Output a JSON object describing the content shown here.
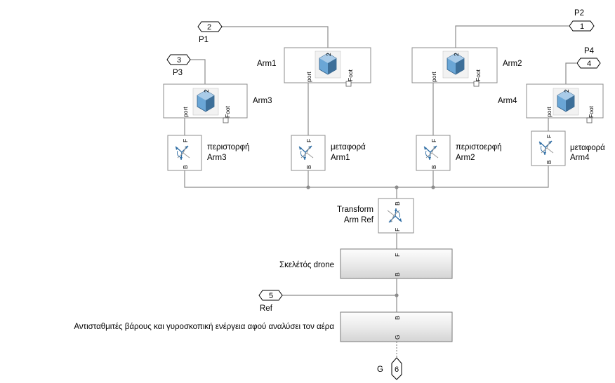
{
  "ports": {
    "p1": {
      "num": "1",
      "label": "P2"
    },
    "p2": {
      "num": "2",
      "label": "P1"
    },
    "p3": {
      "num": "3",
      "label": "P3"
    },
    "p4": {
      "num": "4",
      "label": "P4"
    },
    "p5": {
      "num": "5",
      "label": "Ref"
    },
    "p6": {
      "num": "6",
      "label": "G"
    }
  },
  "arms": {
    "arm1": {
      "label": "Arm1",
      "port_label": "port",
      "foot_label": "Foot",
      "num": "2"
    },
    "arm2": {
      "label": "Arm2",
      "port_label": "port",
      "foot_label": "Foot",
      "num": "2"
    },
    "arm3": {
      "label": "Arm3",
      "port_label": "port",
      "foot_label": "Foot",
      "num": "2"
    },
    "arm4": {
      "label": "Arm4",
      "port_label": "port",
      "foot_label": "Foot",
      "num": "2"
    }
  },
  "transforms": {
    "t3": {
      "line1": "περιστορφή",
      "line2": "Arm3",
      "b": "B",
      "f": "F"
    },
    "t1": {
      "line1": "μεταφορά",
      "line2": "Arm1",
      "b": "B",
      "f": "F"
    },
    "t2": {
      "line1": "περιστοερφή",
      "line2": "Arm2",
      "b": "B",
      "f": "F"
    },
    "t4": {
      "line1": "μεταφορά",
      "line2": "Arm4",
      "b": "B",
      "f": "F"
    },
    "tref": {
      "line1": "Transform",
      "line2": "Arm Ref",
      "b": "B",
      "f": "F"
    }
  },
  "frame": {
    "label": "Σκελέτός drone",
    "top_port": "F",
    "bottom_port": "B"
  },
  "comp": {
    "label": "Αντισταθμιτές βάρους και γυροσκοπική ενέργεια αφού αναλύσει τον αέρα",
    "top_port": "B",
    "bottom_port": "G"
  },
  "colors": {
    "wire": "#8c8c8c",
    "cube_face": "#6aa6d6",
    "cube_dark": "#3d6f99",
    "cube_light": "#a9cbe8",
    "transform_blue": "#2e6da4"
  }
}
